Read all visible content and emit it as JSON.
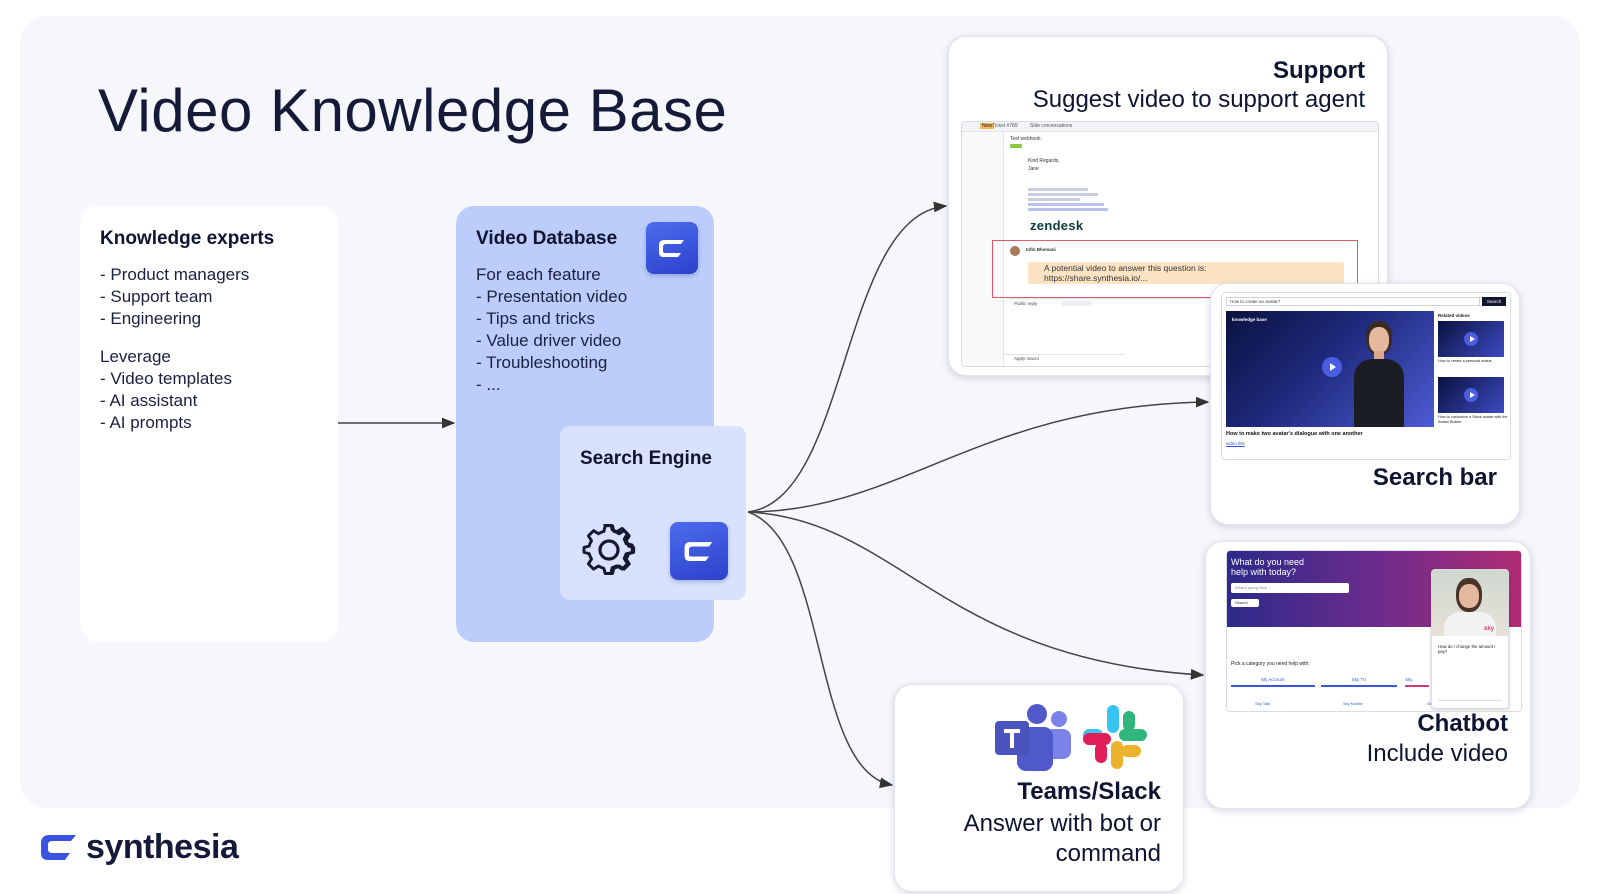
{
  "title": "Video Knowledge Base",
  "experts": {
    "heading": "Knowledge experts",
    "roles": "- Product managers\n- Support team\n- Engineering",
    "leverage": "Leverage\n- Video templates\n- AI assistant\n- AI prompts"
  },
  "database": {
    "heading": "Video Database",
    "items": "For each feature\n- Presentation video\n- Tips and tricks\n- Value driver video\n- Troubleshooting\n- ..."
  },
  "search_engine": {
    "heading": "Search Engine"
  },
  "support": {
    "title": "Support",
    "subtitle": "Suggest video to support agent",
    "shot": {
      "tabs": [
        "Ticket #789",
        "Side conversations"
      ],
      "msg_title": "Test webhook",
      "sign": "Kind Regards,",
      "sign_name": "Jane",
      "company": "zendesk",
      "author": "Inflo Bhemani",
      "suggestion_line1": "A potential video to answer this question is:",
      "suggestion_line2": "https://share.synthesia.io/...",
      "reply": "Public reply",
      "apply": "Apply macro"
    }
  },
  "searchbar": {
    "title": "Search bar",
    "shot": {
      "query": "How to create an avatar?",
      "button": "Search",
      "kb_label": "knowledge base",
      "caption": "How to make two avatar's dialogue with one another",
      "link": "video link",
      "related": "Related videos",
      "related_1": "How to create a personal avatar",
      "related_2": "How to customize a Stock avatar with the Avatar Builder"
    }
  },
  "chatbot": {
    "title": "Chatbot",
    "subtitle": "Include video",
    "shot": {
      "headline_1": "What do you need",
      "headline_2": "help with today?",
      "input": "What's going here",
      "search": "Search",
      "category": "Pick a category you need help with:",
      "tabs": [
        "My Account",
        "Sky TV",
        "Sky"
      ],
      "tabs_2": [
        "Sky Talk",
        "Sky Mobile",
        "Sky Apps"
      ],
      "brand": "sky",
      "chat_q": "How do I change the amount I pay?"
    }
  },
  "teams": {
    "title": "Teams/Slack",
    "subtitle_1": "Answer with bot or",
    "subtitle_2": "command"
  },
  "logo": {
    "text": "synthesia"
  },
  "colors": {
    "stage": "#f6f7fb",
    "database": "#bcccfb",
    "search_engine": "#d8e1fd",
    "brand": "#3a52dd",
    "arrow": "#333333"
  }
}
